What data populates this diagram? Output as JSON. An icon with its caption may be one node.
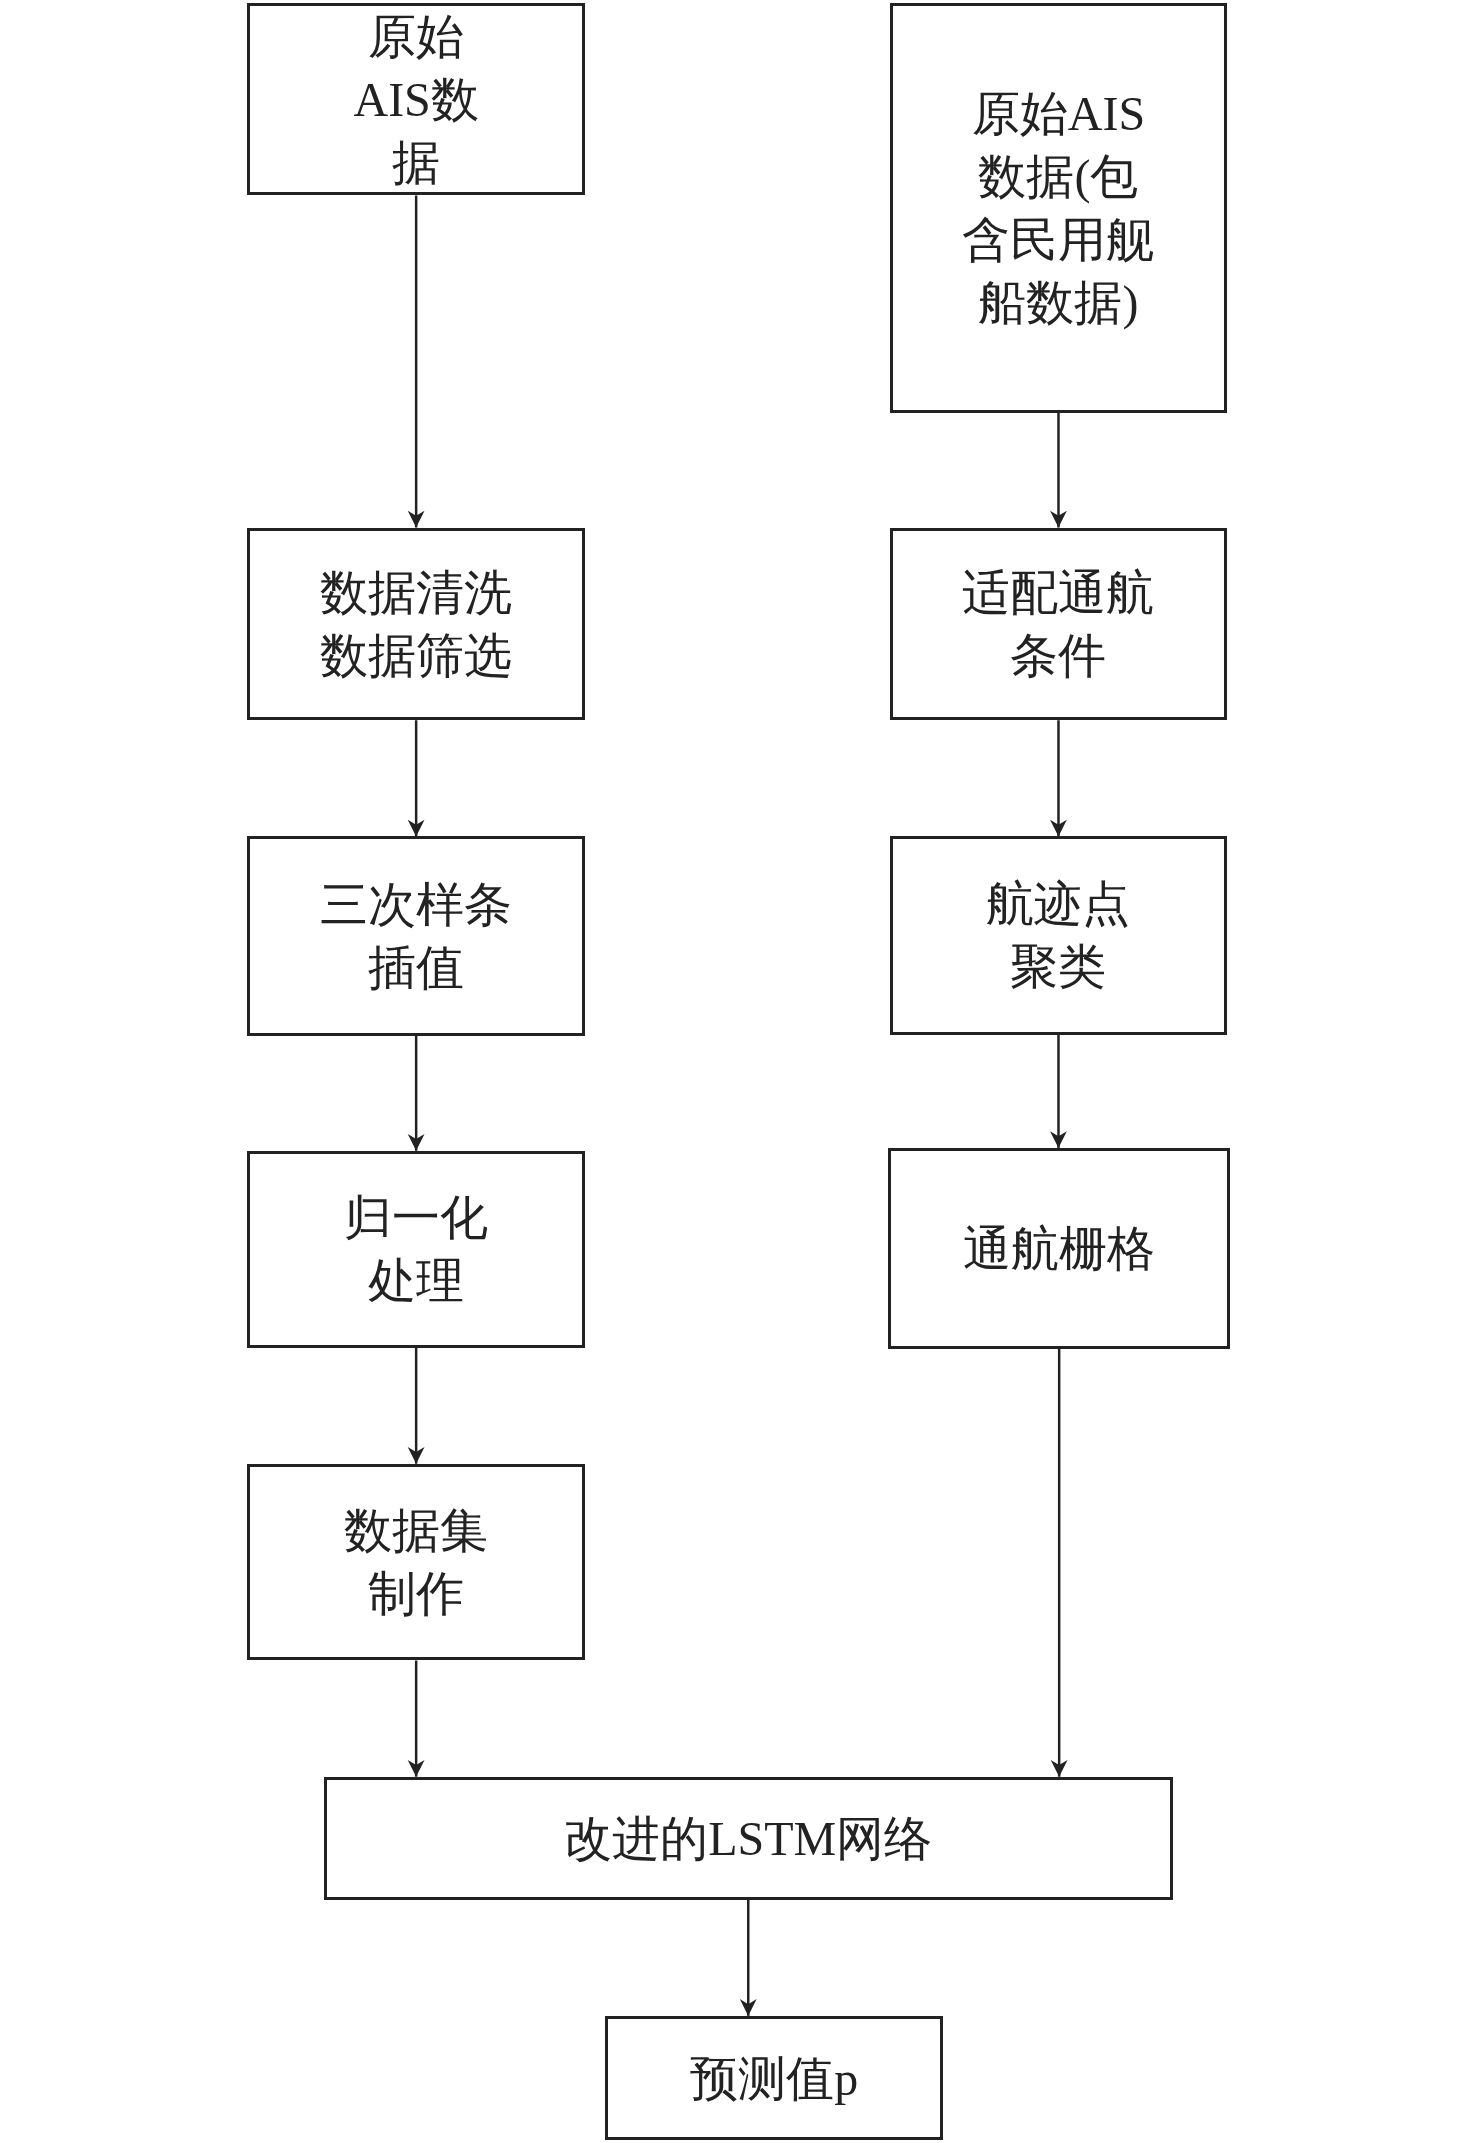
{
  "diagram": {
    "nodes": [
      {
        "text": [
          "原始AIS数据"
        ]
      },
      {
        "text": [
          "原始AIS数据(包含民用舰船数据)"
        ]
      },
      {
        "text": [
          "数据清洗",
          "数据筛选"
        ]
      },
      {
        "text": [
          "适配通航条件"
        ]
      },
      {
        "text": [
          "三次样条插值"
        ]
      },
      {
        "text": [
          "航迹点聚类"
        ]
      },
      {
        "text": [
          "归一化处理"
        ]
      },
      {
        "text": [
          "通航栅格"
        ]
      },
      {
        "text": [
          "数据集制作"
        ]
      },
      {
        "text": [
          "改进的LSTM网络"
        ]
      },
      {
        "text": [
          "预测值p"
        ]
      }
    ],
    "edges": [
      {
        "from": 0,
        "to": 2,
        "arrow": "to"
      },
      {
        "from": 2,
        "to": 4,
        "arrow": "to"
      },
      {
        "from": 4,
        "to": 6,
        "arrow": "to"
      },
      {
        "from": 6,
        "to": 8,
        "arrow": "to"
      },
      {
        "from": 8,
        "to": 9,
        "arrow": "to"
      },
      {
        "from": 1,
        "to": 3,
        "arrow": "to"
      },
      {
        "from": 3,
        "to": 5,
        "arrow": "to"
      },
      {
        "from": 5,
        "to": 7,
        "arrow": "to"
      },
      {
        "from": 7,
        "to": 9,
        "arrow": "to"
      },
      {
        "from": 9,
        "to": 10,
        "arrow": "to"
      }
    ]
  }
}
